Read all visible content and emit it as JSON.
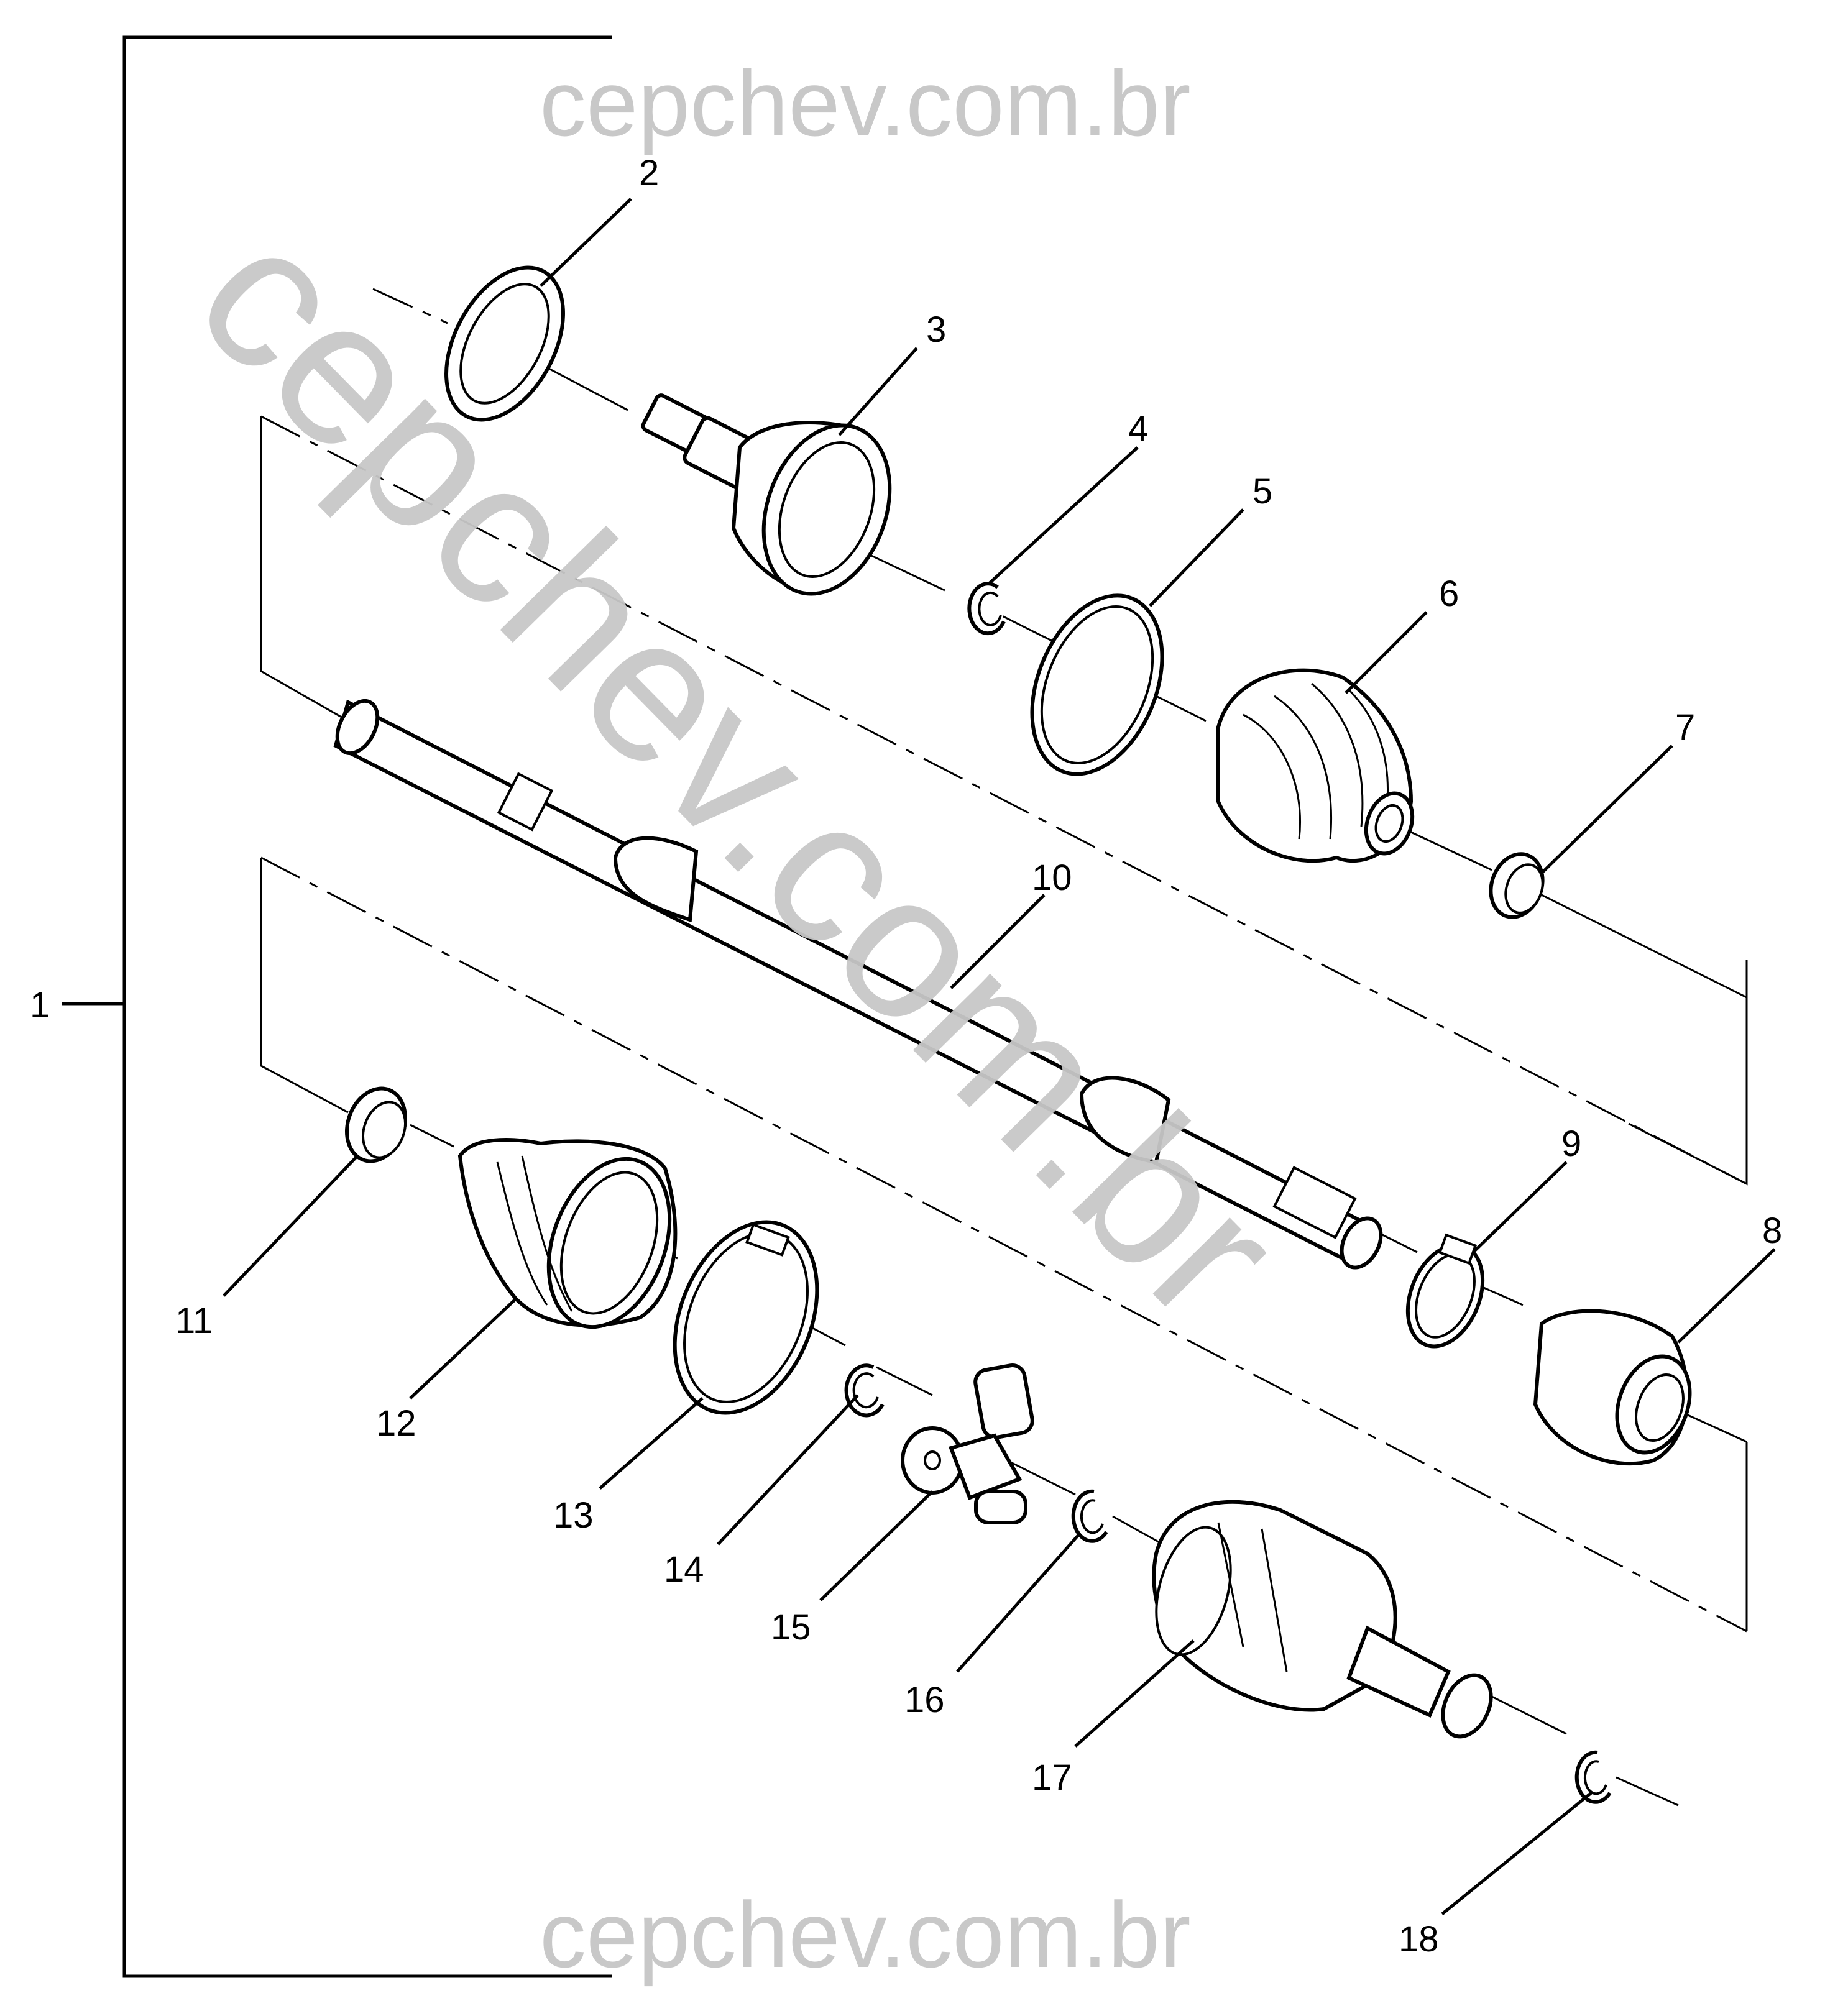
{
  "watermark": {
    "top": "cepchev.com.br",
    "diagonal": "cepchev.com.br",
    "bottom": "cepchev.com.br"
  },
  "callouts": [
    {
      "id": "1",
      "label": "1"
    },
    {
      "id": "2",
      "label": "2"
    },
    {
      "id": "3",
      "label": "3"
    },
    {
      "id": "4",
      "label": "4"
    },
    {
      "id": "5",
      "label": "5"
    },
    {
      "id": "6",
      "label": "6"
    },
    {
      "id": "7",
      "label": "7"
    },
    {
      "id": "8",
      "label": "8"
    },
    {
      "id": "9",
      "label": "9"
    },
    {
      "id": "10",
      "label": "10"
    },
    {
      "id": "11",
      "label": "11"
    },
    {
      "id": "12",
      "label": "12"
    },
    {
      "id": "13",
      "label": "13"
    },
    {
      "id": "14",
      "label": "14"
    },
    {
      "id": "15",
      "label": "15"
    },
    {
      "id": "16",
      "label": "16"
    },
    {
      "id": "17",
      "label": "17"
    },
    {
      "id": "18",
      "label": "18"
    }
  ],
  "colors": {
    "line": "#000000",
    "watermark": "#c8c8c8",
    "background": "#ffffff"
  }
}
